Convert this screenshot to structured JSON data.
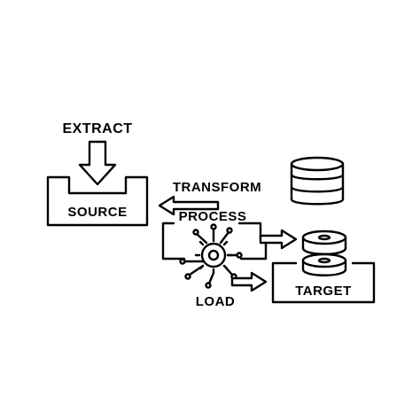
{
  "labels": {
    "extract": "EXTRACT",
    "source": "SOURCE",
    "transform": "TRANSFORM",
    "process": "PROCESS",
    "load": "LOAD",
    "target": "TARGET"
  },
  "colors": {
    "ink": "#000000",
    "background": "#ffffff"
  },
  "icons": [
    "down-arrow-icon",
    "left-arrow-icon",
    "right-arrow-icon",
    "database-icon",
    "disk-stack-icon",
    "gear-network-icon"
  ]
}
